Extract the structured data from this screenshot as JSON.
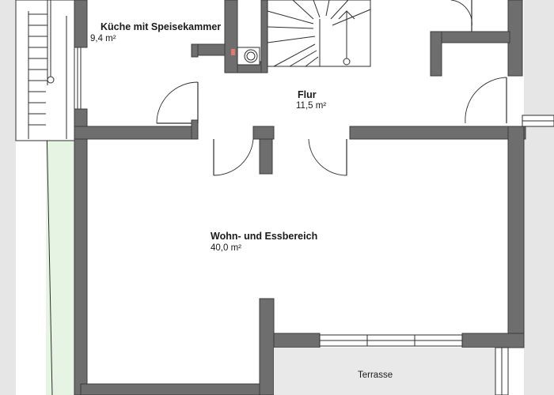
{
  "plan": {
    "rooms": [
      {
        "id": "kueche",
        "name": "Küche mit Speisekammer",
        "area": "9,4 m²"
      },
      {
        "id": "flur",
        "name": "Flur",
        "area": "11,5 m²"
      },
      {
        "id": "wohnen",
        "name": "Wohn- und Essbereich",
        "area": "40,0 m²"
      },
      {
        "id": "terrasse",
        "name": "Terrasse",
        "area": ""
      }
    ],
    "colors": {
      "wall": "#6e6e6e",
      "background": "#ffffff",
      "outside": "#e6e6e6",
      "garden": "#e6f5e3",
      "terrace": "#e9e9e9"
    }
  }
}
